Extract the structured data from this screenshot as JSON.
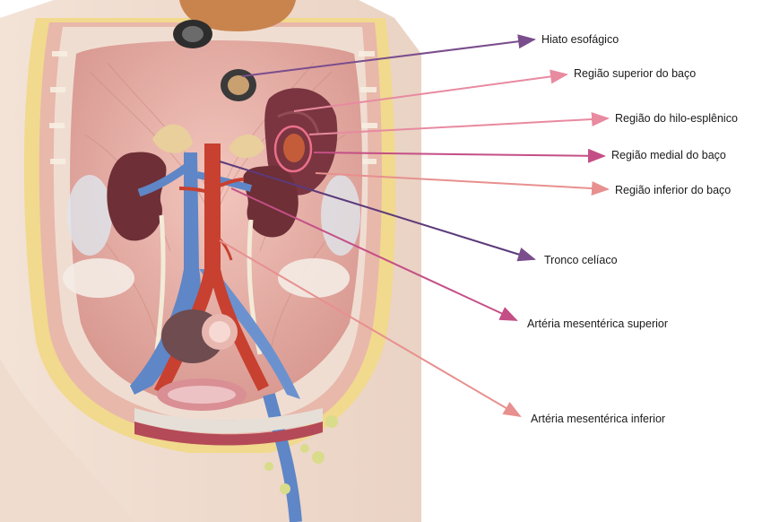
{
  "labels": {
    "hiato": "Hiato esofágico",
    "superior_baco": "Região superior do baço",
    "hilo": "Região do hilo-esplênico",
    "medial_baco": "Região medial do baço",
    "inferior_baco": "Região inferior do baço",
    "tronco": "Tronco celíaco",
    "ams": "Artéria mesentérica superior",
    "ami": "Artéria mesentérica inferior"
  },
  "colors": {
    "arrow_purple": "#7a4d8c",
    "arrow_pink": "#e88aa0",
    "arrow_salmon": "#e7908f",
    "arrow_magenta": "#c44f86",
    "highlight_circle": "#ec6f8a"
  }
}
